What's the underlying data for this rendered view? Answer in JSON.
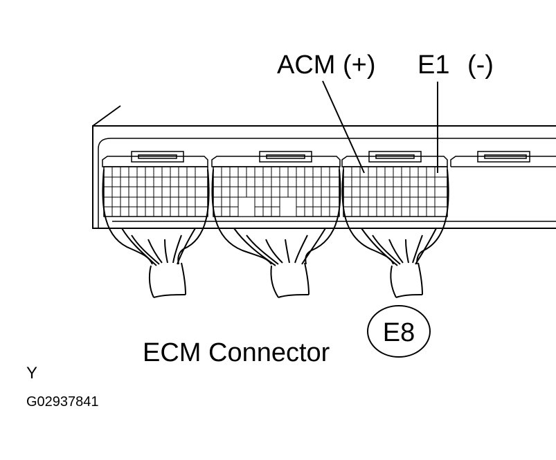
{
  "labels": {
    "acm": "ACM (+)",
    "e1": "E1",
    "e1_polarity": "(-)",
    "connector_id": "E8",
    "caption": "ECM Connector",
    "corner_code": "Y",
    "figure_id": "G02937841"
  },
  "colors": {
    "ink": "#000000",
    "paper": "#ffffff"
  }
}
